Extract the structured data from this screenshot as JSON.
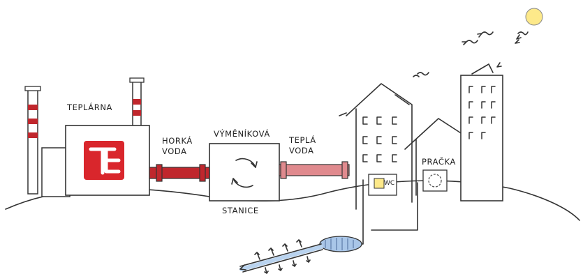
{
  "labels": {
    "teplarna": "TEPLÁRNA",
    "horka_line1": "HORKÁ",
    "horka_line2": "VODA",
    "vymenikova": "VÝMĚNÍKOVÁ",
    "stanice": "STANICE",
    "tepla_line1": "TEPLÁ",
    "tepla_line2": "VODA",
    "pracka": "PRAČKA",
    "wc": "WC"
  },
  "colors": {
    "hot_pipe": "#c0272d",
    "warm_pipe": "#e08a8e",
    "logo_red": "#d9262c",
    "sun": "#fde98a",
    "tank": "#a9c6e8",
    "ground_pipe": "#b9d3ef"
  }
}
